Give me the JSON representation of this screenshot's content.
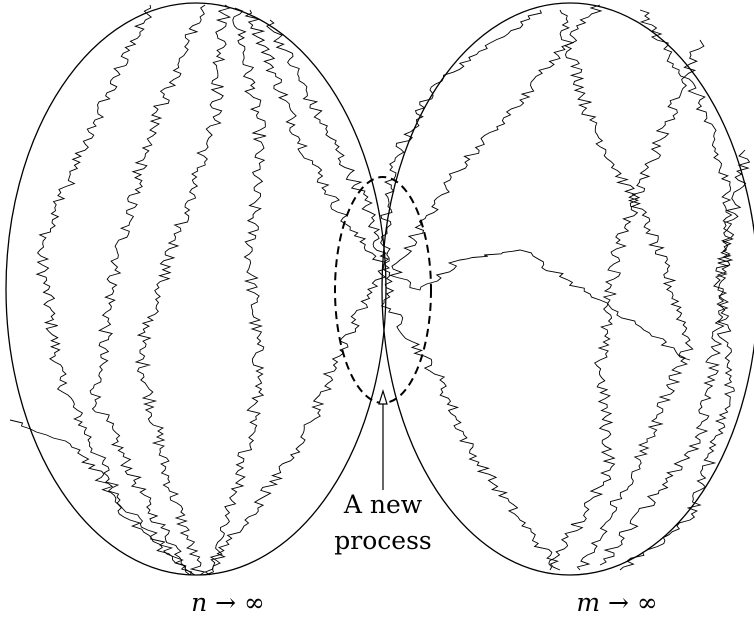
{
  "annotation": {
    "line1": "A new",
    "line2": "process"
  },
  "limits": {
    "left": "n → ∞",
    "right": "m → ∞"
  },
  "colors": {
    "stroke": "#000000",
    "background": "#ffffff"
  }
}
